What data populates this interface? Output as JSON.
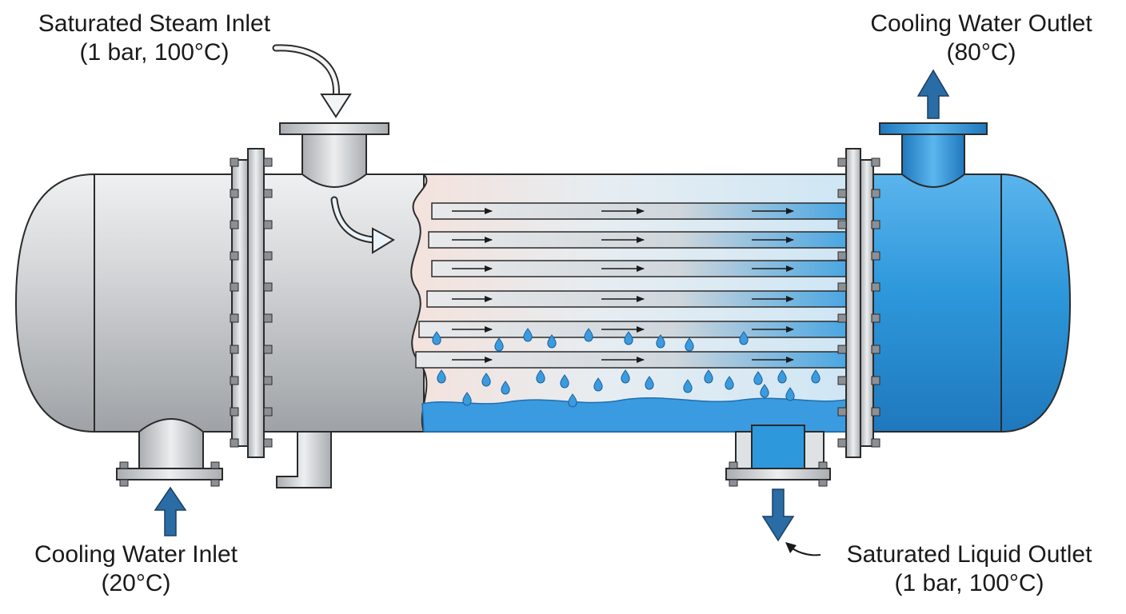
{
  "labels": {
    "steam_inlet": {
      "title": "Saturated Steam Inlet",
      "condition": "(1 bar, 100°C)"
    },
    "cooling_water_outlet": {
      "title": "Cooling Water Outlet",
      "condition": "(80°C)"
    },
    "cooling_water_inlet": {
      "title": "Cooling Water Inlet",
      "condition": "(20°C)"
    },
    "liquid_outlet": {
      "title": "Saturated Liquid Outlet",
      "condition": "(1 bar, 100°C)"
    }
  },
  "colors": {
    "shell_steel": "#c9cbcd",
    "water_blue": "#2e8fd6",
    "flow_arrow": "#3a6fa0",
    "outline": "#2b2b2b",
    "condensate": "#3a9be0"
  },
  "icons": {
    "steam_arrow": "curved-arrow-icon",
    "water_arrow": "straight-arrow-icon"
  }
}
